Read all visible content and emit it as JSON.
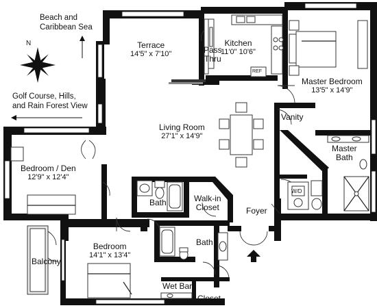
{
  "annotations": {
    "view_north": [
      "Beach and",
      "Caribbean Sea"
    ],
    "view_west": [
      "Golf Course, Hills,",
      "and Rain Forest View"
    ],
    "compass_letter": "N"
  },
  "rooms": {
    "terrace": {
      "name": "Terrace",
      "dims": "14'5\" x 7'10\""
    },
    "kitchen": {
      "name": "Kitchen",
      "dims": "11'0\"  10'6\""
    },
    "pass_thru": [
      "Pass",
      "Thru"
    ],
    "master_bedroom": {
      "name": "Master Bedroom",
      "dims": "13'5\" x 14'9\""
    },
    "living_room": {
      "name": "Living Room",
      "dims": "27'1\" x 14'9\""
    },
    "vanity": "Vanity",
    "master_bath": [
      "Master",
      "Bath"
    ],
    "bedroom_den": {
      "name": "Bedroom / Den",
      "dims": "12'9\" x 12'4\""
    },
    "bath_1": "Bath",
    "walk_in_closet": [
      "Walk-in",
      "Closet"
    ],
    "foyer": "Foyer",
    "bath_2": "Bath",
    "bedroom": {
      "name": "Bedroom",
      "dims": "14'1\" x 13'4\""
    },
    "balcony": "Balcony",
    "wet_bar": "Wet Bar",
    "closet": "Closet"
  },
  "fixtures": {
    "washer_dryer": "W/D",
    "refrigerator": "REF"
  }
}
